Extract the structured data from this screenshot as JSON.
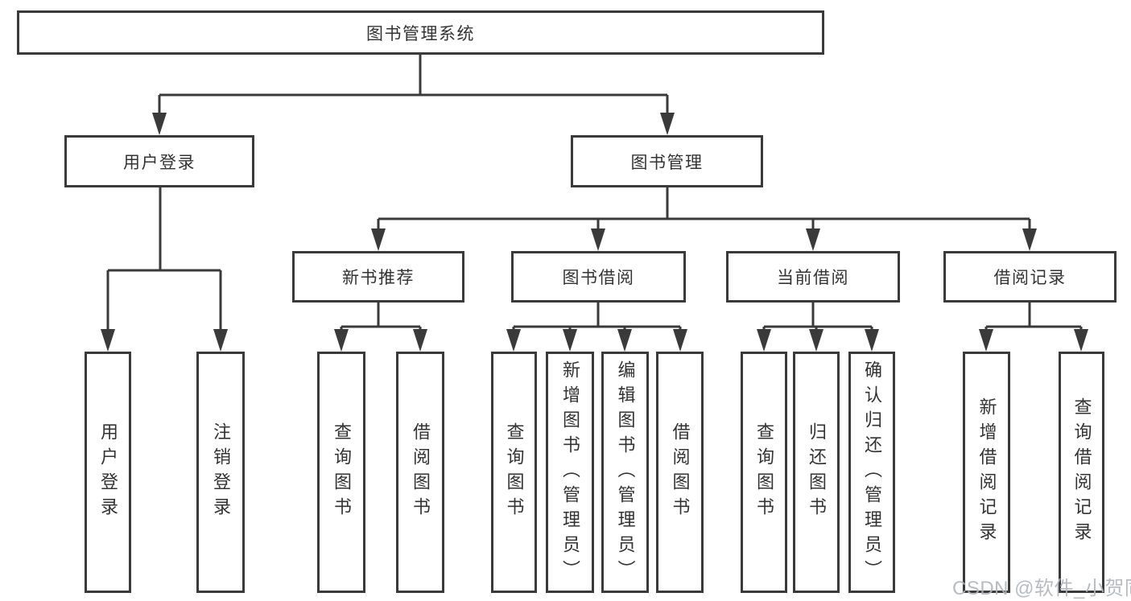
{
  "tree": {
    "label": "图书管理系统",
    "children": [
      {
        "label": "用户登录",
        "children": [
          {
            "label": "用户登录"
          },
          {
            "label": "注销登录"
          }
        ]
      },
      {
        "label": "图书管理",
        "children": [
          {
            "label": "新书推荐",
            "children": [
              {
                "label": "查询图书"
              },
              {
                "label": "借阅图书"
              }
            ]
          },
          {
            "label": "图书借阅",
            "children": [
              {
                "label": "查询图书"
              },
              {
                "label": "新增图书（管理员）"
              },
              {
                "label": "编辑图书（管理员）"
              },
              {
                "label": "借阅图书"
              }
            ]
          },
          {
            "label": "当前借阅",
            "children": [
              {
                "label": "查询图书"
              },
              {
                "label": "归还图书"
              },
              {
                "label": "确认归还（管理员）"
              }
            ]
          },
          {
            "label": "借阅记录",
            "children": [
              {
                "label": "新增借阅记录"
              },
              {
                "label": "查询借阅记录"
              }
            ]
          }
        ]
      }
    ]
  },
  "watermark": "CSDN @软件_小贺同学",
  "colors": {
    "background": "#ffffff",
    "line": "#3a3a3a",
    "box_border": "#3a3a3a",
    "text": "#333333",
    "watermark": "#b0b6bd"
  }
}
